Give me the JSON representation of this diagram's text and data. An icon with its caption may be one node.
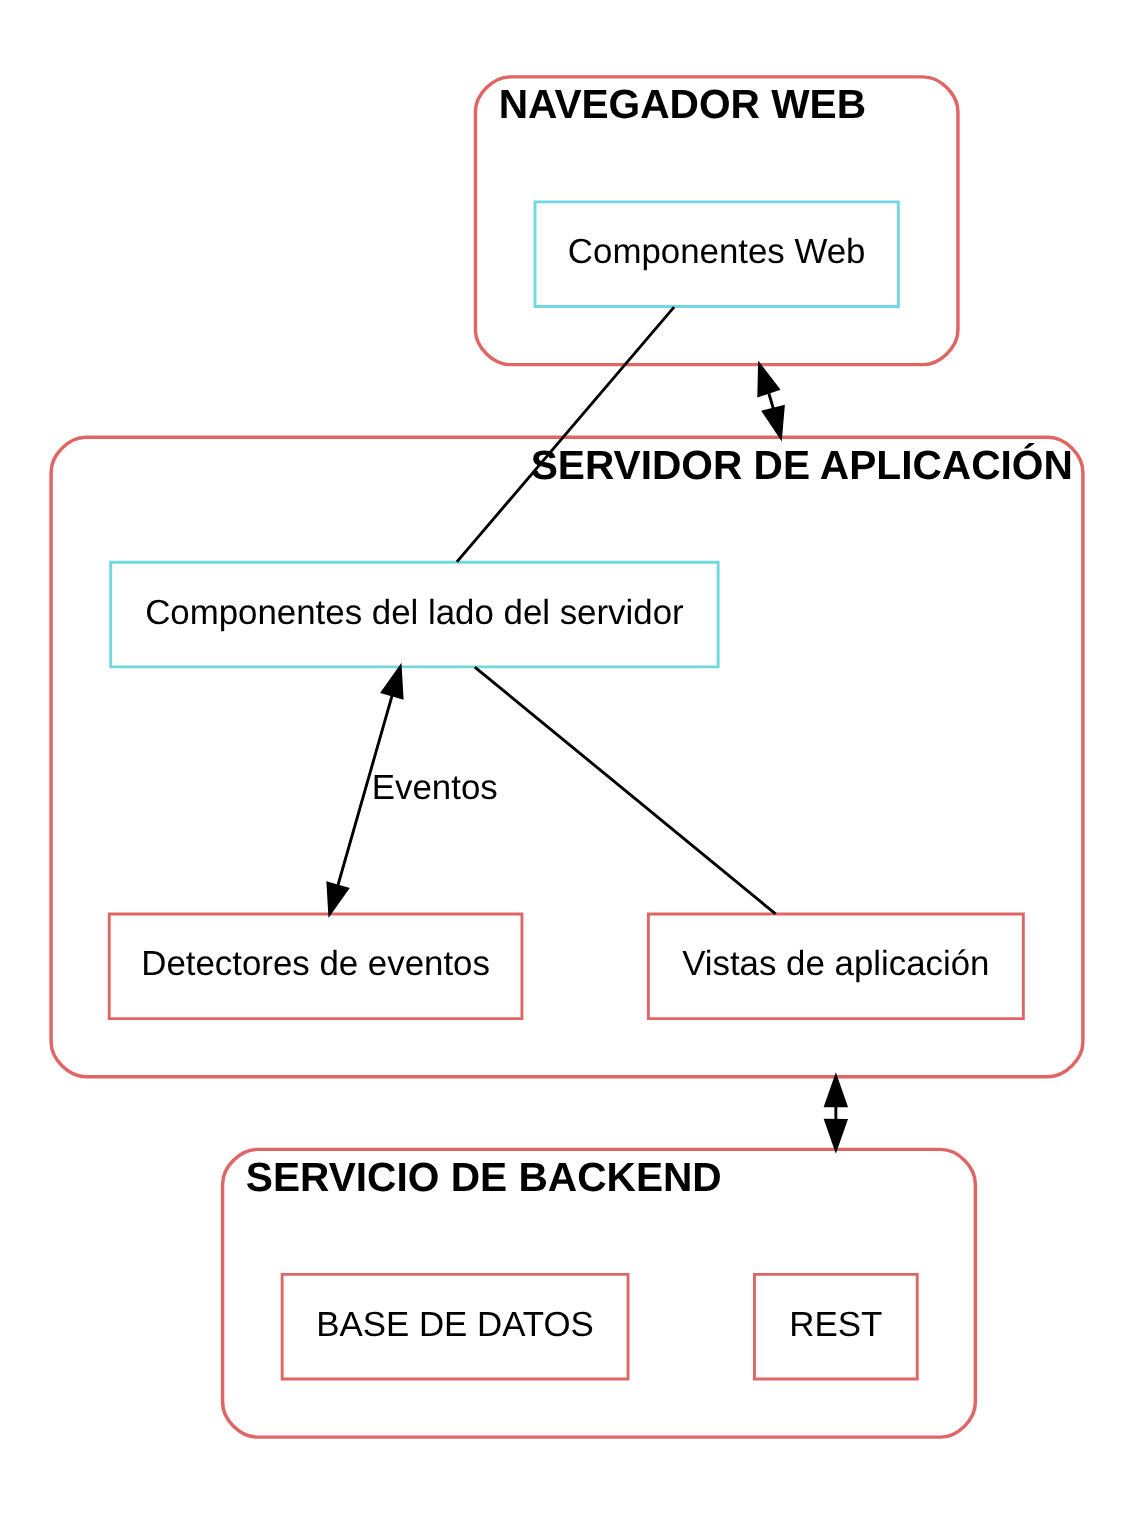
{
  "diagram": {
    "nodes": [
      {
        "text": [
          "NAVEGADOR WEB"
        ]
      },
      {
        "text": [
          "Componentes Web"
        ],
        "in": 0
      },
      {
        "text": [
          "SERVIDOR DE APLICACIÓN"
        ]
      },
      {
        "text": [
          "Componentes del lado del servidor"
        ],
        "in": 2
      },
      {
        "text": [
          "Vistas de aplicación"
        ],
        "in": 2
      },
      {
        "text": [
          "Detectores de eventos"
        ],
        "in": 2
      },
      {
        "text": [
          "SERVICIO DE BACKEND"
        ]
      },
      {
        "text": [
          "REST"
        ],
        "in": 6
      },
      {
        "text": [
          "BASE DE DATOS"
        ],
        "in": 6
      }
    ],
    "edges": [
      {
        "from": 0,
        "to": 2,
        "arrow": "both"
      },
      {
        "from": 1,
        "to": 3,
        "arrow": "none"
      },
      {
        "from": 3,
        "to": 4,
        "arrow": "none"
      },
      {
        "from": 3,
        "to": 5,
        "arrow": "both",
        "label": "Eventos"
      },
      {
        "from": 2,
        "to": 6,
        "arrow": "both"
      }
    ]
  }
}
